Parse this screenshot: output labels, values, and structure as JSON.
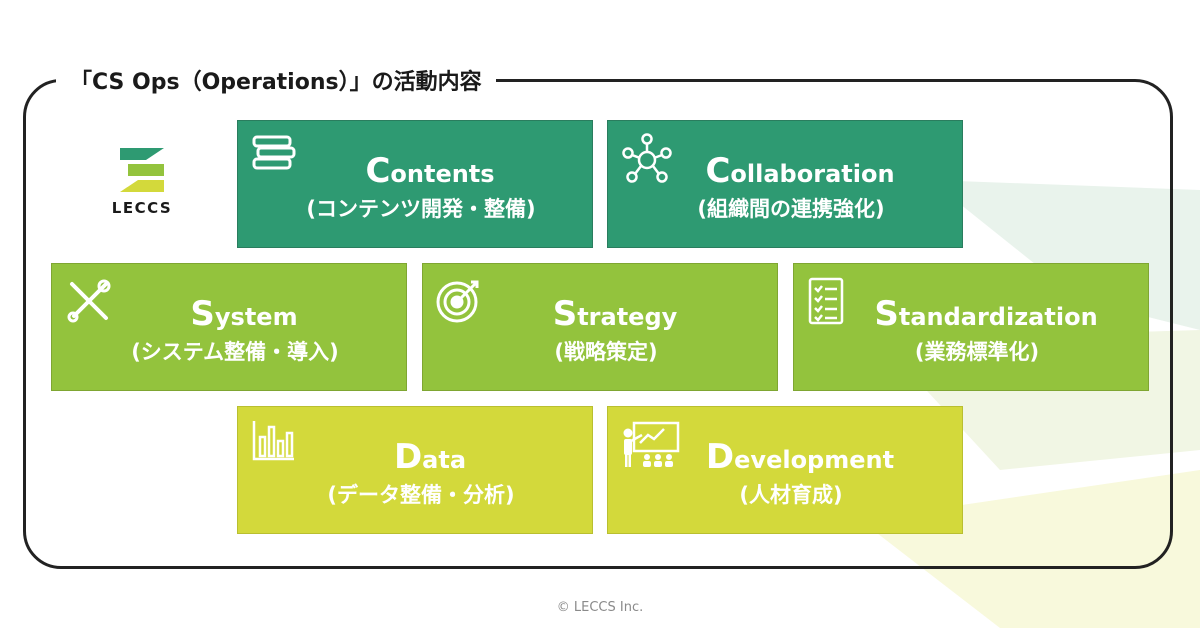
{
  "header": {
    "title": "「CS Ops（Operations）」の活動内容"
  },
  "logo": {
    "text": "LECCS"
  },
  "colors": {
    "contents_collaboration": "#2e9a72",
    "system_strategy_standardization": "#93c33d",
    "data_development": "#d3d93b",
    "frame": "#222222"
  },
  "tiles": [
    {
      "initial": "C",
      "rest": "ontents",
      "desc": "(コンテンツ開発・整備)",
      "icon": "books-icon"
    },
    {
      "initial": "C",
      "rest": "ollaboration",
      "desc": "(組織間の連携強化)",
      "icon": "network-icon"
    },
    {
      "initial": "S",
      "rest": "ystem",
      "desc": "(システム整備・導入)",
      "icon": "tools-icon"
    },
    {
      "initial": "S",
      "rest": "trategy",
      "desc": "(戦略策定)",
      "icon": "target-icon"
    },
    {
      "initial": "S",
      "rest": "tandardization",
      "desc": "(業務標準化)",
      "icon": "checklist-icon"
    },
    {
      "initial": "D",
      "rest": "ata",
      "desc": "(データ整備・分析)",
      "icon": "bar-chart-icon"
    },
    {
      "initial": "D",
      "rest": "evelopment",
      "desc": "(人材育成)",
      "icon": "presentation-icon"
    }
  ],
  "footer": {
    "copyright": "© LECCS Inc."
  }
}
